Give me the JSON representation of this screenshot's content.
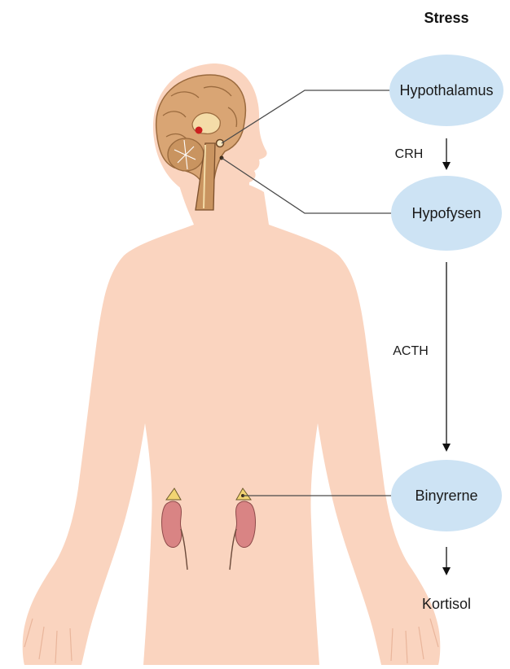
{
  "title": "Stress",
  "nodes": {
    "hypothalamus": "Hypothalamus",
    "hypofysen": "Hypofysen",
    "binyrerne": "Binyrerne"
  },
  "hormones": {
    "crh": "CRH",
    "acth": "ACTH"
  },
  "output": "Kortisol",
  "colors": {
    "skin": "#fad4bf",
    "brain": "#d9a574",
    "brain_outline": "#9a6a3e",
    "node_fill": "#cde3f4",
    "kidney": "#d98484",
    "adrenal": "#f2d472",
    "line": "#4a4a4a"
  }
}
